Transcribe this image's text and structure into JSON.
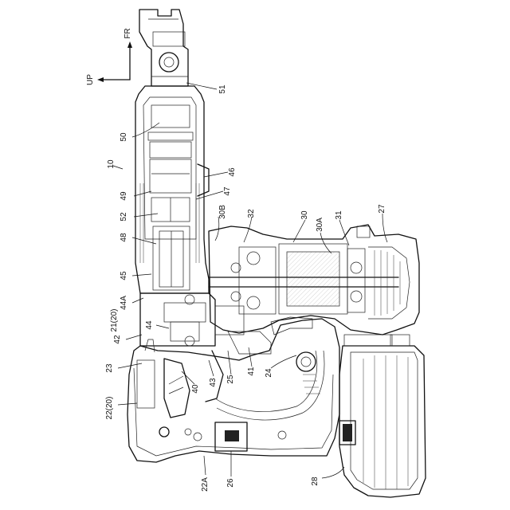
{
  "figure": {
    "assembly_ref": "10",
    "directions": {
      "front": "FR",
      "up": "UP"
    },
    "labels": {
      "l51": "51",
      "l50": "50",
      "l46": "46",
      "l49": "49",
      "l47": "47",
      "l52": "52",
      "l30B": "30B",
      "l32": "32",
      "l30": "30",
      "l30A": "30A",
      "l31": "31",
      "l27": "27",
      "l48": "48",
      "l45": "45",
      "l44A": "44A",
      "l21": "21(20)",
      "l44": "44",
      "l42": "42",
      "l23": "23",
      "l40": "40",
      "l43": "43",
      "l25": "25",
      "l41": "41",
      "l24": "24",
      "l22": "22(20)",
      "l22A": "22A",
      "l26": "26",
      "l28": "28"
    }
  }
}
